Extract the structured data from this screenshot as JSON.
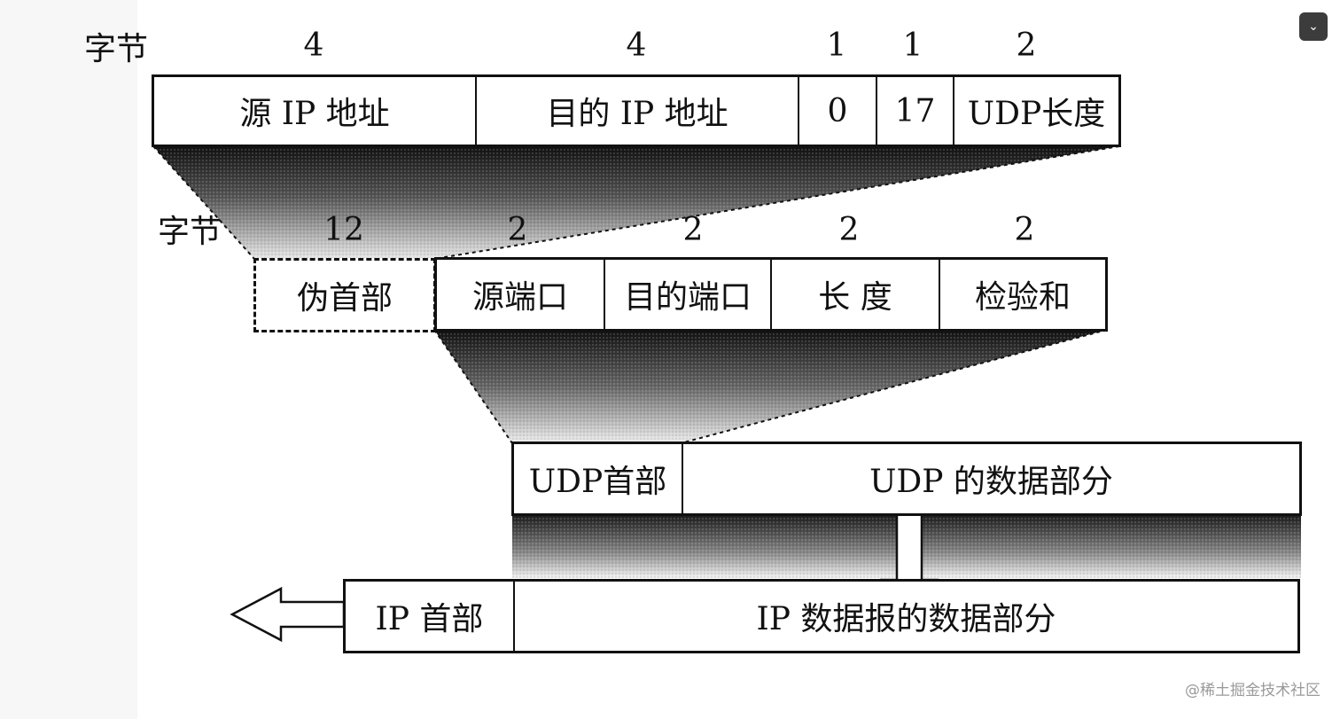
{
  "rows": {
    "ip_pseudo": {
      "unit_label": "字节",
      "sizes": [
        "4",
        "4",
        "1",
        "1",
        "2"
      ],
      "fields": [
        "源 IP 地址",
        "目的 IP 地址",
        "0",
        "17",
        "UDP长度"
      ]
    },
    "udp_header": {
      "unit_label": "字节",
      "sizes": [
        "12",
        "2",
        "2",
        "2",
        "2"
      ],
      "pseudo_field": "伪首部",
      "fields": [
        "源端口",
        "目的端口",
        "长 度",
        "检验和"
      ]
    },
    "udp_datagram": {
      "fields": [
        "UDP首部",
        "UDP 的数据部分"
      ]
    },
    "ip_datagram": {
      "fields": [
        "IP 首部",
        "IP 数据报的数据部分"
      ]
    }
  },
  "watermark": "@稀土掘金技术社区",
  "corner_button_icon": "chevron-down-icon"
}
